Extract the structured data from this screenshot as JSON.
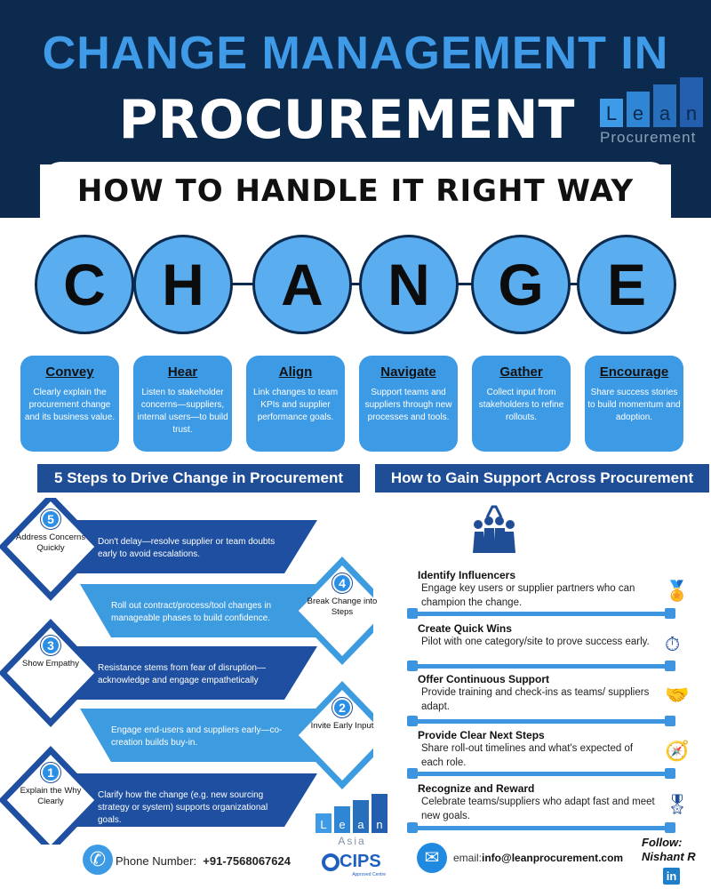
{
  "header": {
    "title_line1": "CHANGE MANAGEMENT IN",
    "title_line2": "PROCUREMENT",
    "subtitle": "HOW TO HANDLE IT RIGHT WAY"
  },
  "logo": {
    "letters": [
      "L",
      "e",
      "a",
      "n"
    ],
    "caption": "Procurement"
  },
  "change_letters": [
    "C",
    "H",
    "A",
    "N",
    "G",
    "E"
  ],
  "cards": [
    {
      "title": "Convey",
      "text": "Clearly explain the procurement change and its business value."
    },
    {
      "title": "Hear",
      "text": "Listen to stakeholder concerns—suppliers, internal users—to build trust."
    },
    {
      "title": "Align",
      "text": "Link changes to team KPIs and supplier performance goals."
    },
    {
      "title": "Navigate",
      "text": "Support teams and suppliers through new processes and tools."
    },
    {
      "title": "Gather",
      "text": "Collect input from stakeholders to refine rollouts."
    },
    {
      "title": "Encourage",
      "text": "Share success stories to build momentum and adoption."
    }
  ],
  "left_section": {
    "title": "5 Steps to Drive Change in Procurement",
    "steps": [
      {
        "num": "5",
        "label": "Address Concerns Quickly",
        "text": "Don't delay—resolve supplier or team doubts early to avoid escalations."
      },
      {
        "num": "4",
        "label": "Break Change into Steps",
        "text": "Roll out contract/process/tool changes in manageable phases to build confidence."
      },
      {
        "num": "3",
        "label": "Show Empathy",
        "text": "Resistance stems from fear of disruption—acknowledge and engage empathetically"
      },
      {
        "num": "2",
        "label": "Invite Early Input",
        "text": "Engage end-users and suppliers early—co-creation builds buy-in."
      },
      {
        "num": "1",
        "label": "Explain the Why Clearly",
        "text": "Clarify how the change (e.g. new sourcing strategy or system) supports organizational goals."
      }
    ]
  },
  "right_section": {
    "title": "How to Gain Support Across Procurement",
    "items": [
      {
        "title": "Identify Influencers",
        "text": "Engage key users or supplier partners who can champion the change.",
        "icon": "influencer-icon"
      },
      {
        "title": "Create Quick Wins",
        "text": "Pilot with one category/site to prove success early.",
        "icon": "stopwatch-trophy-icon"
      },
      {
        "title": "Offer Continuous Support",
        "text": "Provide training and check-ins as teams/ suppliers adapt.",
        "icon": "handshake-icon"
      },
      {
        "title": "Provide Clear Next Steps",
        "text": "Share roll-out timelines and what's expected of each role.",
        "icon": "compass-icon"
      },
      {
        "title": "Recognize and Reward",
        "text": "Celebrate teams/suppliers who adapt fast and meet new goals.",
        "icon": "badge-icon"
      }
    ]
  },
  "footer": {
    "phone_label": "Phone Number:",
    "phone": "+91-7568067624",
    "asia_logo_letters": [
      "L",
      "e",
      "a",
      "n"
    ],
    "asia_caption": "Asia",
    "cips": "CIPS",
    "cips_sub": "Approved Centre",
    "email_label": "email:",
    "email": "info@leanprocurement.com",
    "follow": "Follow:",
    "name": "Nishant R",
    "linkedin": "in"
  },
  "colors": {
    "navy": "#0c2a4d",
    "blue": "#3d9be6",
    "dark_blue": "#1f4e96"
  }
}
